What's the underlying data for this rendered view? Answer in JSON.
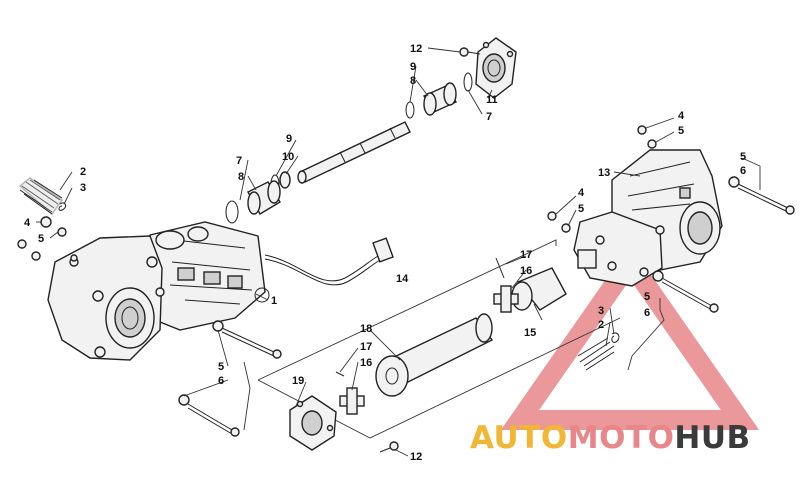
{
  "diagram": {
    "callouts": {
      "c1": "1",
      "c2a": "2",
      "c3a": "3",
      "c4a": "4",
      "c5a": "5",
      "c5b": "5",
      "c6b": "6",
      "c7a": "7",
      "c8a": "8",
      "c9a": "9",
      "c10": "10",
      "c12a": "12",
      "c9b": "9",
      "c8b": "8",
      "c11": "11",
      "c7b": "7",
      "c4b": "4",
      "c5c": "5",
      "c13": "13",
      "c5d": "5",
      "c6d": "6",
      "c4c": "4",
      "c5e": "5",
      "c14": "14",
      "c17a": "17",
      "c16a": "16",
      "c15": "15",
      "c18": "18",
      "c17b": "17",
      "c16b": "16",
      "c19": "19",
      "c12b": "12",
      "c3b": "3",
      "c2b": "2",
      "c5f": "5",
      "c6f": "6"
    }
  },
  "watermark": {
    "brand_part1": "AUTO",
    "brand_part2": "MOTO",
    "brand_part3": "HUB",
    "color_part1": "#f2b632",
    "color_part2": "#e8868a",
    "color_part3": "#3b3b3b"
  }
}
